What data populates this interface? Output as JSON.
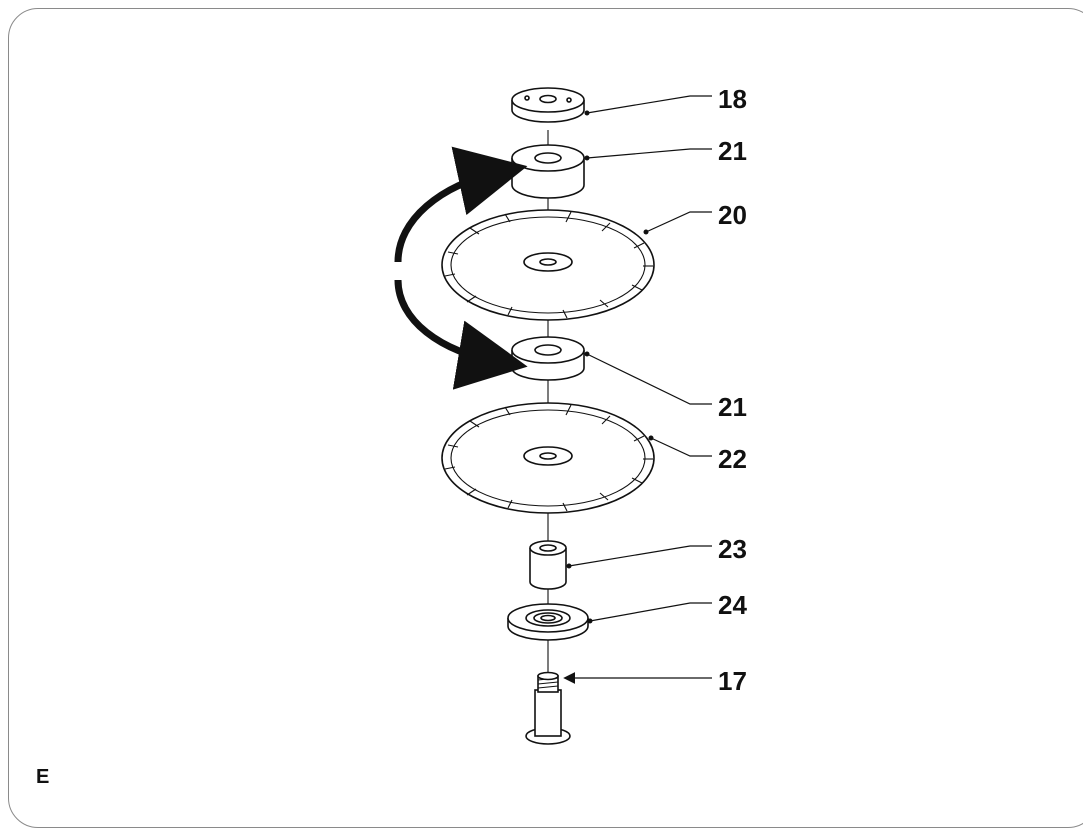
{
  "figure": {
    "label": "E",
    "callouts": [
      {
        "id": "c18a",
        "text": "18"
      },
      {
        "id": "c21a",
        "text": "21"
      },
      {
        "id": "c20",
        "text": "20"
      },
      {
        "id": "c21b",
        "text": "21"
      },
      {
        "id": "c22",
        "text": "22"
      },
      {
        "id": "c23",
        "text": "23"
      },
      {
        "id": "c24",
        "text": "24"
      },
      {
        "id": "c17",
        "text": "17"
      }
    ]
  }
}
